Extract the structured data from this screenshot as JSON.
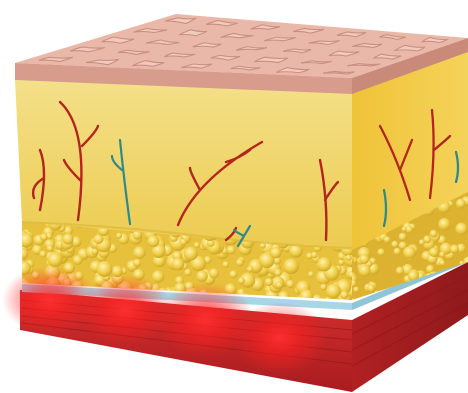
{
  "diagram": {
    "subject": "skin-cross-section-block",
    "layers": [
      {
        "id": "epidermis",
        "color": "#eab8a8"
      },
      {
        "id": "dermis",
        "color": "#f1d56c"
      },
      {
        "id": "subcutaneous-fat",
        "color": "#f3d14a"
      },
      {
        "id": "fascia",
        "color": "#a7d6e6"
      },
      {
        "id": "muscle",
        "color": "#c9232a"
      }
    ],
    "vessel_colors": {
      "artery": "#b3261e",
      "vein": "#2f8a8a"
    },
    "highlight_color": "#ff2a2a"
  }
}
